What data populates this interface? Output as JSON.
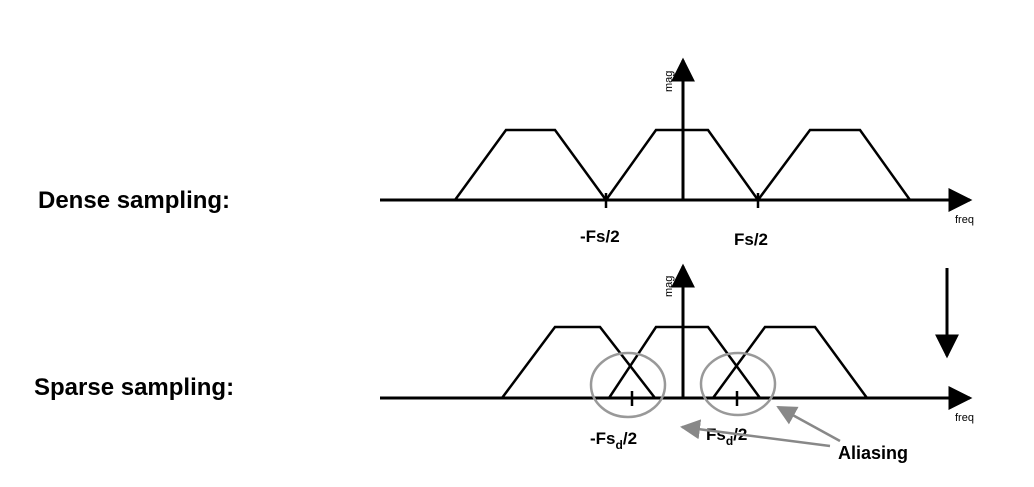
{
  "dense": {
    "row_label": "Dense sampling:",
    "y_axis_label": "mag",
    "x_axis_label": "freq",
    "tick_neg": "-Fs/2",
    "tick_pos": "Fs/2"
  },
  "sparse": {
    "row_label": "Sparse sampling:",
    "y_axis_label": "mag",
    "x_axis_label": "freq",
    "tick_neg_prefix": "-Fs",
    "tick_neg_sub": "d",
    "tick_neg_suffix": "/2",
    "tick_pos_prefix": "Fs",
    "tick_pos_sub": "d",
    "tick_pos_suffix": "/2",
    "annotation": "Aliasing"
  },
  "colors": {
    "line": "#000000",
    "circle": "#999999",
    "arrow": "#888888"
  }
}
